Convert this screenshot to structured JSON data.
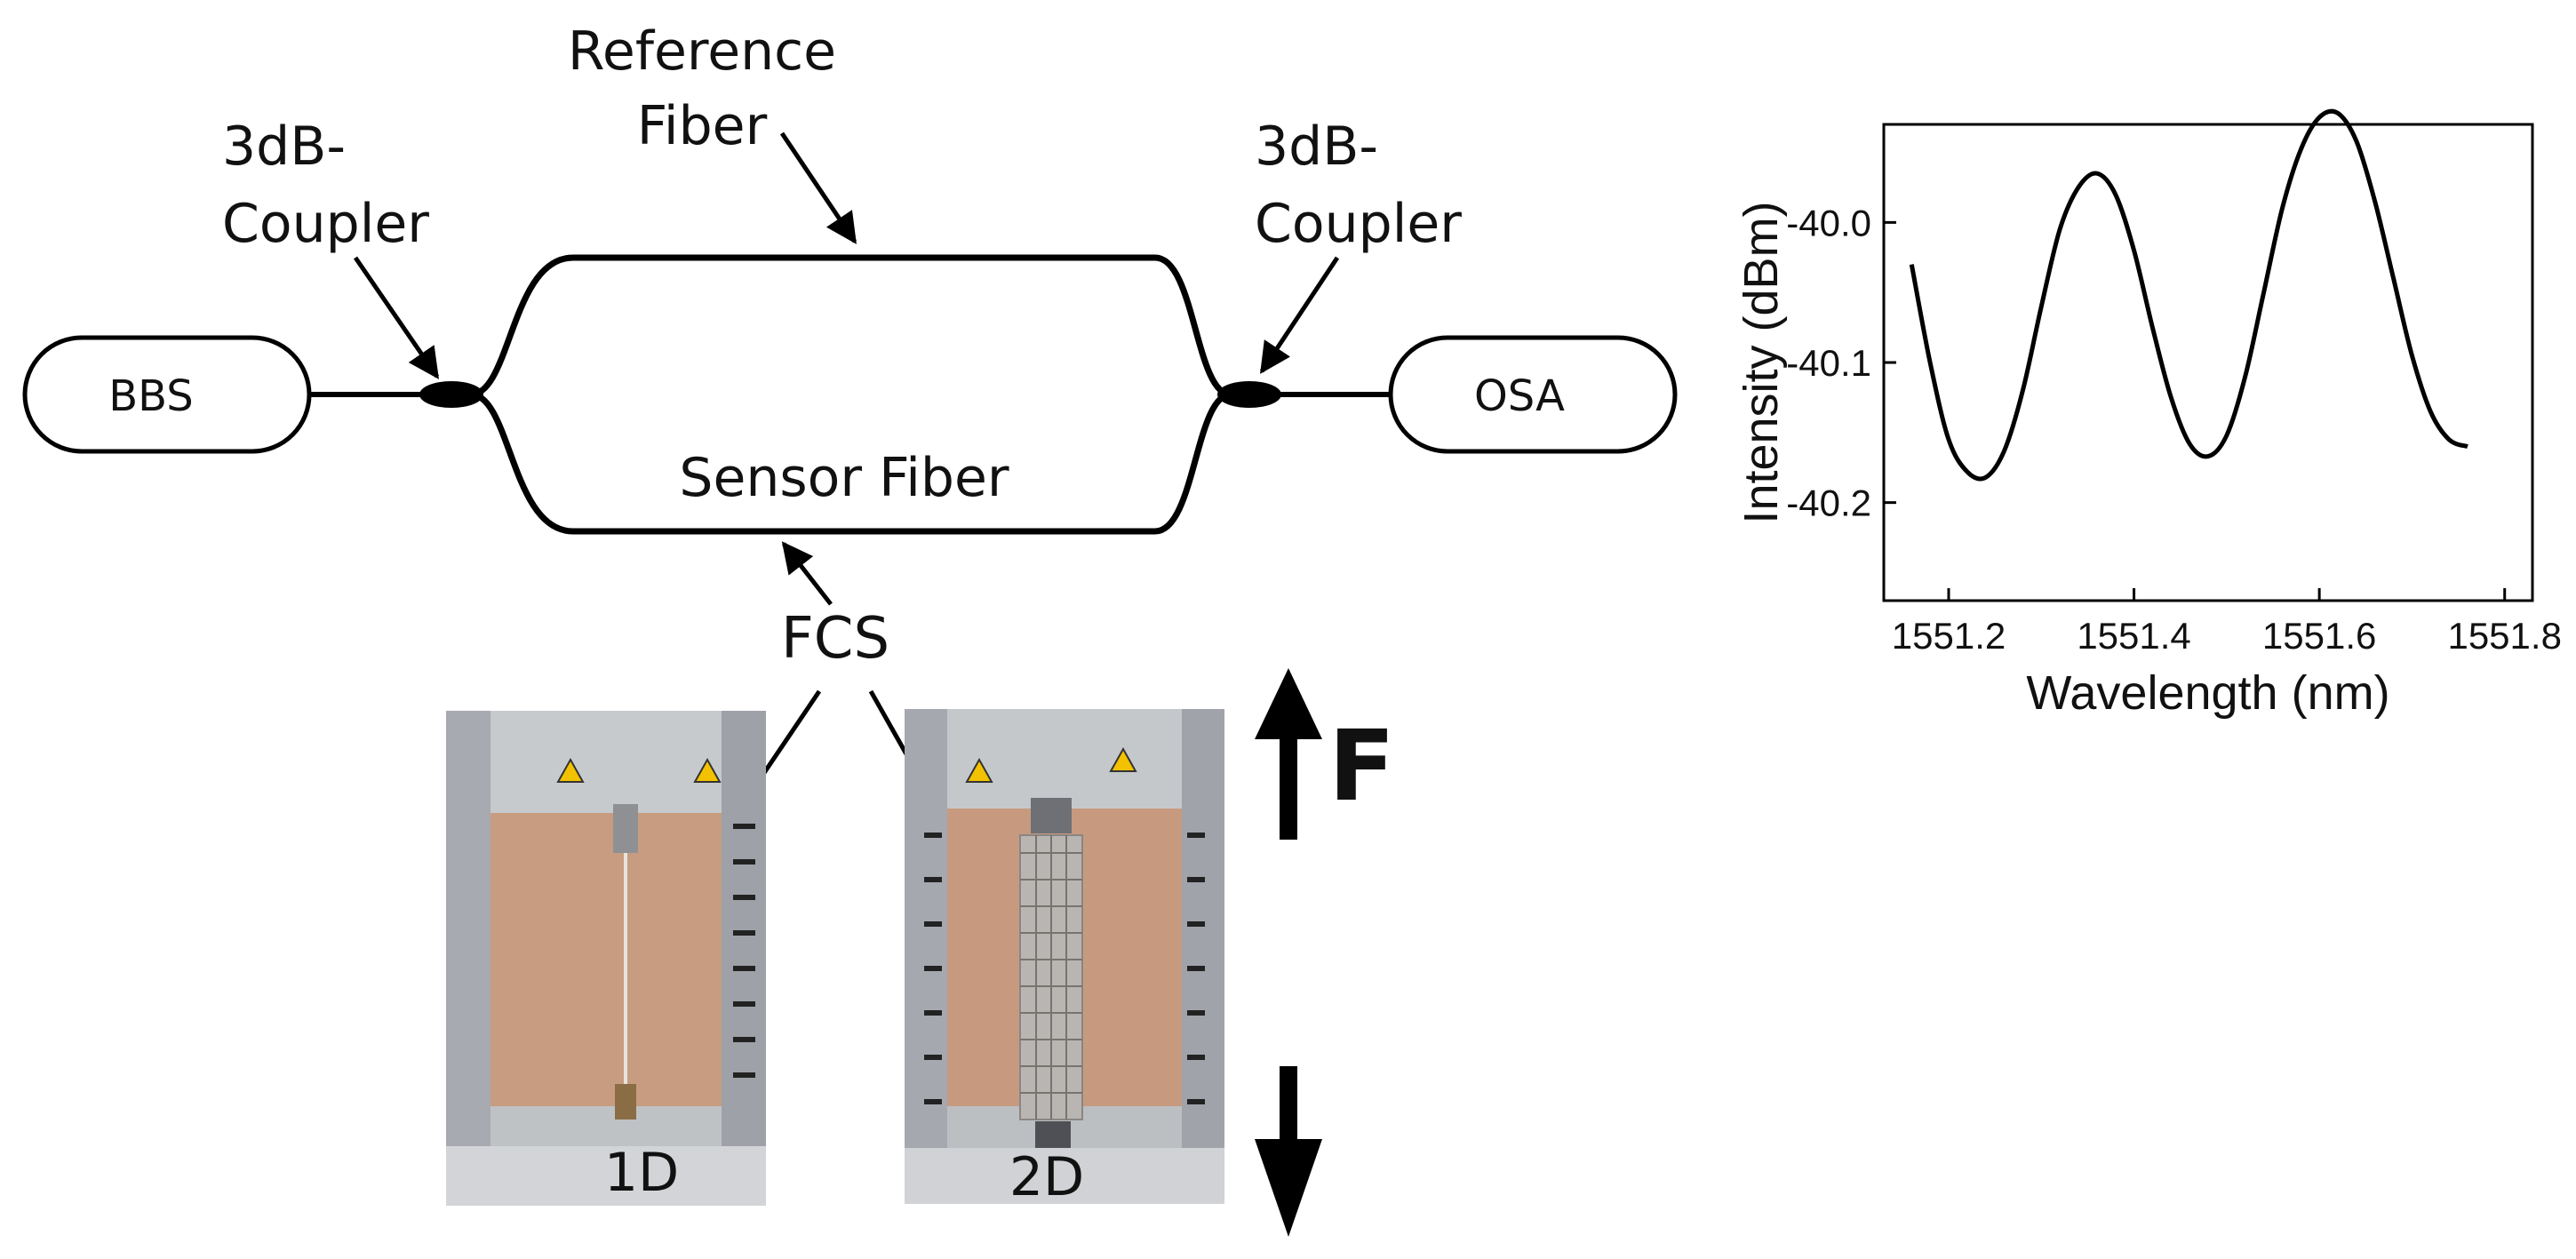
{
  "diagram": {
    "source_label": "BBS",
    "analyzer_label": "OSA",
    "left_coupler_line1": "3dB-",
    "left_coupler_line2": "Coupler",
    "right_coupler_line1": "3dB-",
    "right_coupler_line2": "Coupler",
    "reference_line1": "Reference",
    "reference_line2": "Fiber",
    "sensor_label": "Sensor Fiber",
    "fcs_label": "FCS",
    "photo_1d_label": "1D",
    "photo_2d_label": "2D",
    "force_label": "F",
    "colors": {
      "line": "#000000",
      "photo_wall": "#c79a7f",
      "photo_metal": "#b9bcc0",
      "warning": "#f2c200"
    }
  },
  "chart_data": {
    "type": "line",
    "xlabel": "Wavelength (nm)",
    "ylabel": "Intensity (dBm)",
    "xlim": [
      1551.13,
      1551.83
    ],
    "ylim": [
      -40.27,
      -39.93
    ],
    "xticks": [
      1551.2,
      1551.4,
      1551.6,
      1551.8
    ],
    "xtick_labels": [
      "1551.2",
      "1551.4",
      "1551.6",
      "1551.8"
    ],
    "yticks": [
      -40.0,
      -40.1,
      -40.2
    ],
    "ytick_labels": [
      "-40.0",
      "-40.1",
      "-40.2"
    ],
    "grid": false,
    "series": [
      {
        "x": [
          1551.16,
          1551.18,
          1551.2,
          1551.22,
          1551.24,
          1551.26,
          1551.28,
          1551.3,
          1551.32,
          1551.34,
          1551.36,
          1551.38,
          1551.4,
          1551.42,
          1551.44,
          1551.46,
          1551.48,
          1551.5,
          1551.52,
          1551.54,
          1551.56,
          1551.58,
          1551.6,
          1551.62,
          1551.64,
          1551.66,
          1551.68,
          1551.7,
          1551.72,
          1551.74,
          1551.76
        ],
        "y": [
          -40.03,
          -40.1,
          -40.155,
          -40.178,
          -40.182,
          -40.163,
          -40.12,
          -40.06,
          -40.005,
          -39.975,
          -39.965,
          -39.98,
          -40.02,
          -40.075,
          -40.125,
          -40.158,
          -40.167,
          -40.152,
          -40.11,
          -40.05,
          -39.99,
          -39.948,
          -39.925,
          -39.922,
          -39.942,
          -39.985,
          -40.04,
          -40.095,
          -40.135,
          -40.155,
          -40.16
        ]
      }
    ]
  }
}
